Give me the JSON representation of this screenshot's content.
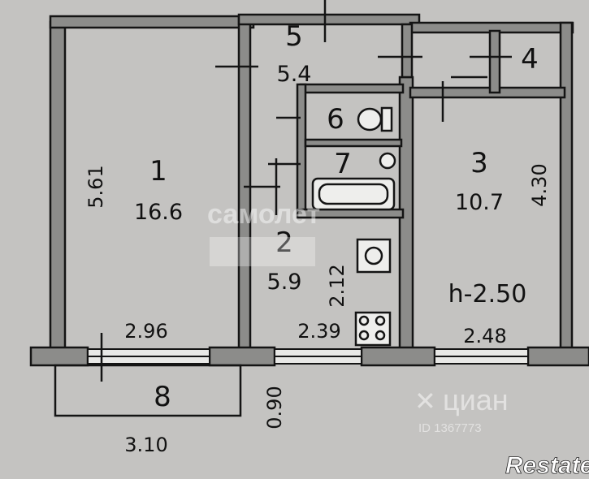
{
  "rooms": [
    {
      "id": "1",
      "number": "1",
      "area": "16.6"
    },
    {
      "id": "2",
      "number": "2",
      "area": "5.9"
    },
    {
      "id": "3",
      "number": "3",
      "area": "10.7"
    },
    {
      "id": "4",
      "number": "4"
    },
    {
      "id": "5",
      "number": "5",
      "area": "5.4"
    },
    {
      "id": "6",
      "number": "6"
    },
    {
      "id": "7",
      "number": "7"
    },
    {
      "id": "8",
      "number": "8"
    }
  ],
  "dimensions": {
    "room1_width": "2.96",
    "room1_length": "5.61",
    "room2_width": "2.39",
    "room2_length": "2.12",
    "room3_width": "2.48",
    "room3_length": "4.30",
    "balcony_width": "3.10",
    "balcony_depth": "0.90",
    "ceiling_height": "h-2.50"
  },
  "watermarks": {
    "agency": "самолет",
    "listing": "циан",
    "listing_id": "ID 1367773",
    "site": "Restate"
  },
  "colors": {
    "paper": "#c4c3c1",
    "ink": "#141414",
    "wall_fill": "#8c8c8a"
  }
}
